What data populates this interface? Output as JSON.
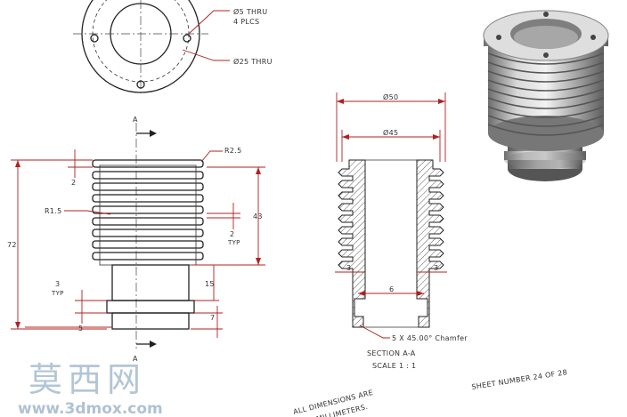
{
  "top_view": {
    "hole_note_1": "Ø5 THRU",
    "hole_note_2": "4 PLCS",
    "bore_note": "Ø25 THRU"
  },
  "front_view": {
    "section_letter_top": "A",
    "section_letter_bottom": "A",
    "radius_outer": "R2.5",
    "radius_inner": "R1.5",
    "fin_spacing": "2",
    "fin_gap": "2",
    "fin_gap_typ": "TYP",
    "fin_height": "43",
    "overall_height": "72",
    "collar_3": "3",
    "collar_3_typ": "TYP",
    "neck_15": "15",
    "base_7": "7",
    "base_5": "5"
  },
  "section_view": {
    "dia_outer": "Ø50",
    "dia_inner": "Ø45",
    "wall_left": "3",
    "wall_right": "3",
    "bore_width": "6",
    "chamfer_note": "5 X 45.00° Chamfer",
    "title": "SECTION A-A",
    "scale": "SCALE 1 : 1"
  },
  "notes": {
    "sheet_number": "SHEET NUMBER 24 OF 28",
    "dimensions_line1": "ALL DIMENSIONS ARE",
    "dimensions_line2": "MILLIMETERS."
  },
  "watermark": {
    "brand": "莫西网",
    "url": "www.3dmox.com"
  },
  "colors": {
    "dimension": "#b02020",
    "linework": "#222222",
    "watermark": "#9ab3c9"
  }
}
